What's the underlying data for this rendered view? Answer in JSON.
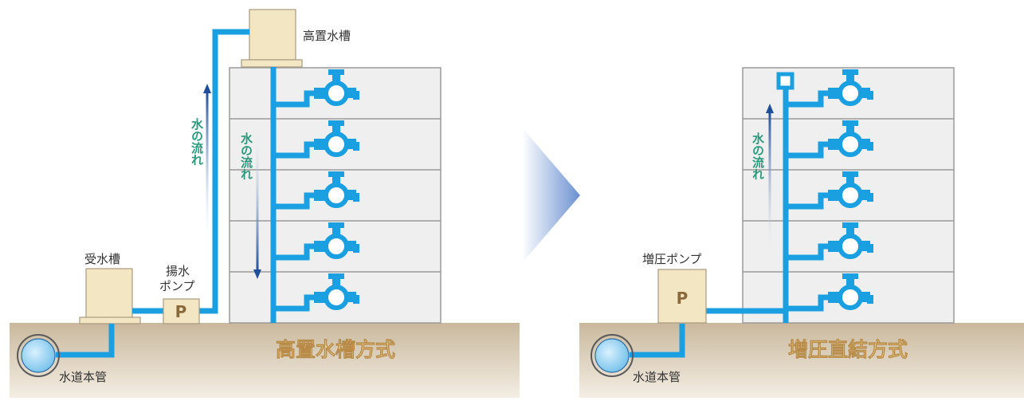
{
  "left_system": {
    "title": "高置水槽方式",
    "elevated_tank_label": "高置水槽",
    "receiving_tank_label": "受水槽",
    "pump_label_line1": "揚水",
    "pump_label_line2": "ポンプ",
    "pump_symbol": "P",
    "flow_up_label": "水の流れ",
    "flow_down_label": "水の流れ",
    "water_main_label": "水道本管",
    "floors": 5
  },
  "right_system": {
    "title": "増圧直結方式",
    "booster_pump_label": "増圧ポンプ",
    "pump_symbol": "P",
    "flow_up_label": "水の流れ",
    "water_main_label": "水道本管",
    "floors": 5
  },
  "colors": {
    "pipe": "#1a9fe0",
    "ground": "#c8b79d",
    "building": "#efefef",
    "tank": "#f3e6c3",
    "arrow": "#1f4f9a",
    "arrow_text": "#2a9a7c",
    "title_text": "#fff3b0"
  }
}
